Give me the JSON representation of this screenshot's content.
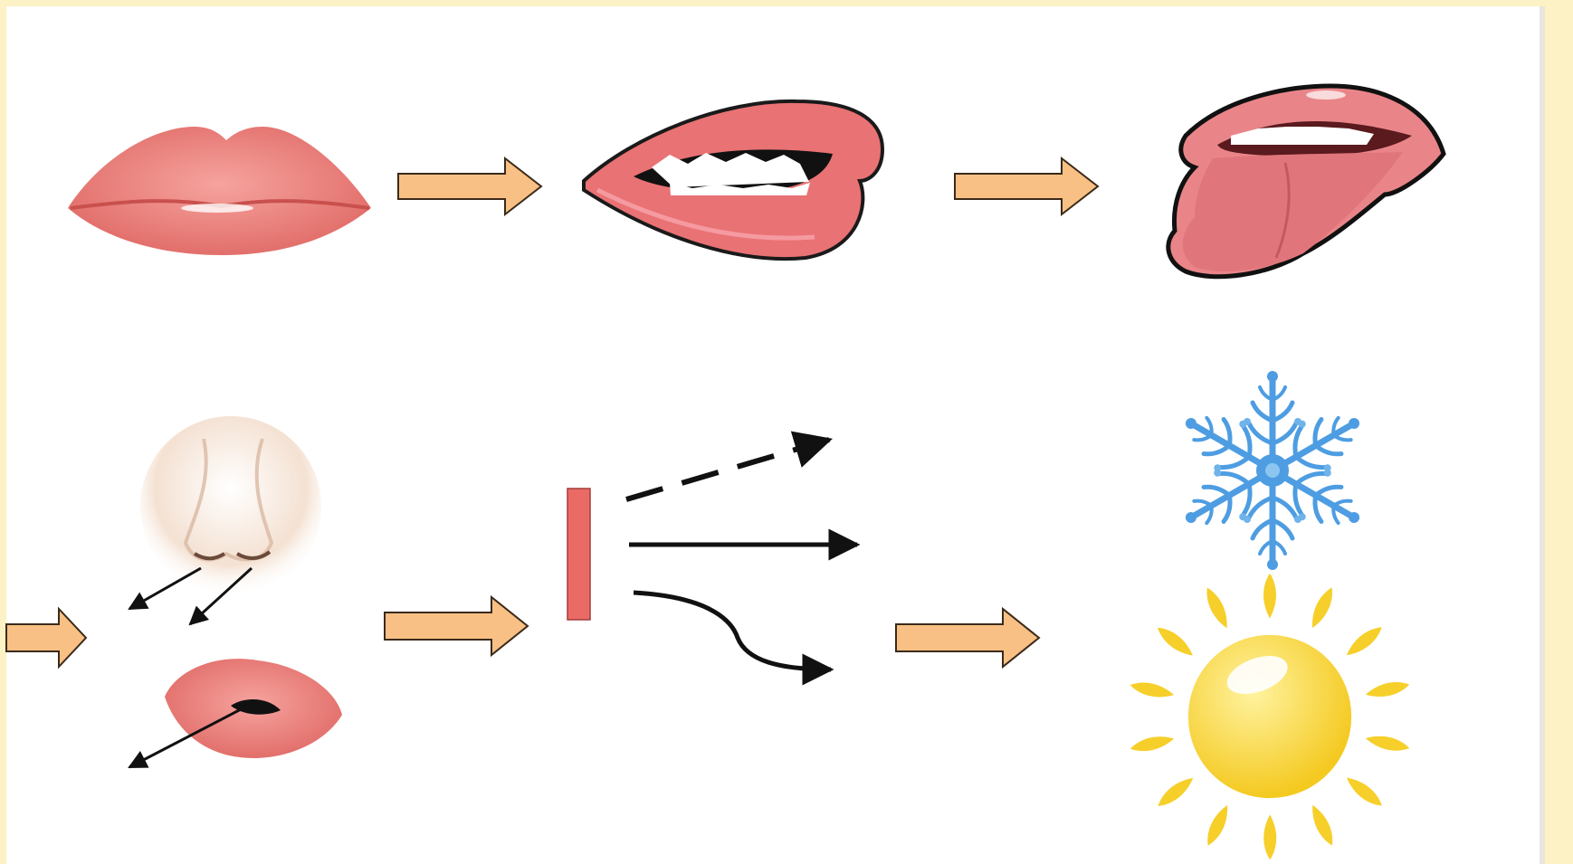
{
  "colors": {
    "frame": "#fdf2c6",
    "paper": "#ffffff",
    "arrow_fill": "#f8c084",
    "arrow_stroke": "#3a2a1a",
    "lip": "#ec7f7b",
    "lip_dark": "#d45f5c",
    "tongue": "#e77f83",
    "teeth": "#ffffff",
    "bar": "#ea6b66",
    "snow": "#4e9de2",
    "sun": "#f7e04c",
    "sun_ray": "#f6cf2a",
    "skin": "#f2d9c8"
  },
  "diagram": {
    "rows": [
      {
        "id": "articulation-row",
        "items": [
          "closed-lips-icon",
          "open-mouth-teeth-icon",
          "tongue-out-icon"
        ],
        "connectors": [
          "block-arrow-1",
          "block-arrow-2"
        ]
      },
      {
        "id": "breathing-row",
        "items": [
          "nose-icon",
          "small-lips-icon",
          "obstacle-bar",
          "airflow-arrows-icon",
          "snowflake-icon",
          "sun-icon"
        ],
        "connectors": [
          "block-arrow-left-edge",
          "block-arrow-3",
          "block-arrow-4"
        ]
      }
    ],
    "airflow_styles": [
      "dashed",
      "straight",
      "curved"
    ]
  }
}
